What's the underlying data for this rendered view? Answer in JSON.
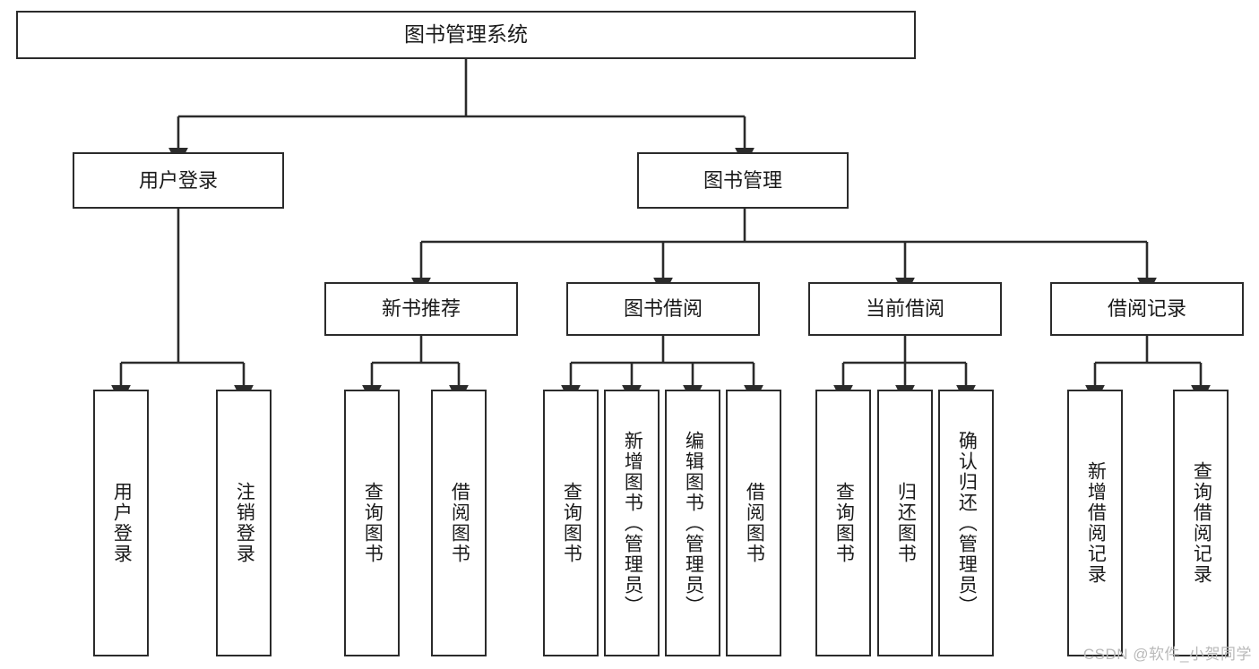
{
  "diagram": {
    "type": "tree",
    "title": "图书管理系统",
    "orientation": "top-down",
    "colors": {
      "background": "#ffffff",
      "node_border": "#2b2b2b",
      "node_fill": "#ffffff",
      "edge": "#2b2b2b",
      "text": "#1a1a1a",
      "watermark": "#b9b9b9"
    },
    "watermark": "CSDN @软件_小贺同学"
  },
  "nodes": {
    "root": {
      "label": "图书管理系统",
      "level": 1
    },
    "level2": [
      {
        "id": "user-login",
        "label": "用户登录"
      },
      {
        "id": "book-manage",
        "label": "图书管理"
      }
    ],
    "level3": [
      {
        "id": "new-book-recommend",
        "label": "新书推荐"
      },
      {
        "id": "book-borrow",
        "label": "图书借阅"
      },
      {
        "id": "current-borrow",
        "label": "当前借阅"
      },
      {
        "id": "borrow-record",
        "label": "借阅记录"
      }
    ],
    "leaves": {
      "user-login": [
        {
          "id": "leaf-user-login",
          "label": "用户登录"
        },
        {
          "id": "leaf-logout-login",
          "label": "注销登录"
        }
      ],
      "new-book-recommend": [
        {
          "id": "leaf-query-book-1",
          "label": "查询图书"
        },
        {
          "id": "leaf-borrow-book-1",
          "label": "借阅图书"
        }
      ],
      "book-borrow": [
        {
          "id": "leaf-query-book-2",
          "label": "查询图书"
        },
        {
          "id": "leaf-add-book",
          "label": "新增图书（管理员）"
        },
        {
          "id": "leaf-edit-book",
          "label": "编辑图书（管理员）"
        },
        {
          "id": "leaf-borrow-book-2",
          "label": "借阅图书"
        }
      ],
      "current-borrow": [
        {
          "id": "leaf-query-book-3",
          "label": "查询图书"
        },
        {
          "id": "leaf-return-book",
          "label": "归还图书"
        },
        {
          "id": "leaf-confirm-return",
          "label": "确认归还（管理员）"
        }
      ],
      "borrow-record": [
        {
          "id": "leaf-add-record",
          "label": "新增借阅记录"
        },
        {
          "id": "leaf-query-record",
          "label": "查询借阅记录"
        }
      ]
    }
  }
}
